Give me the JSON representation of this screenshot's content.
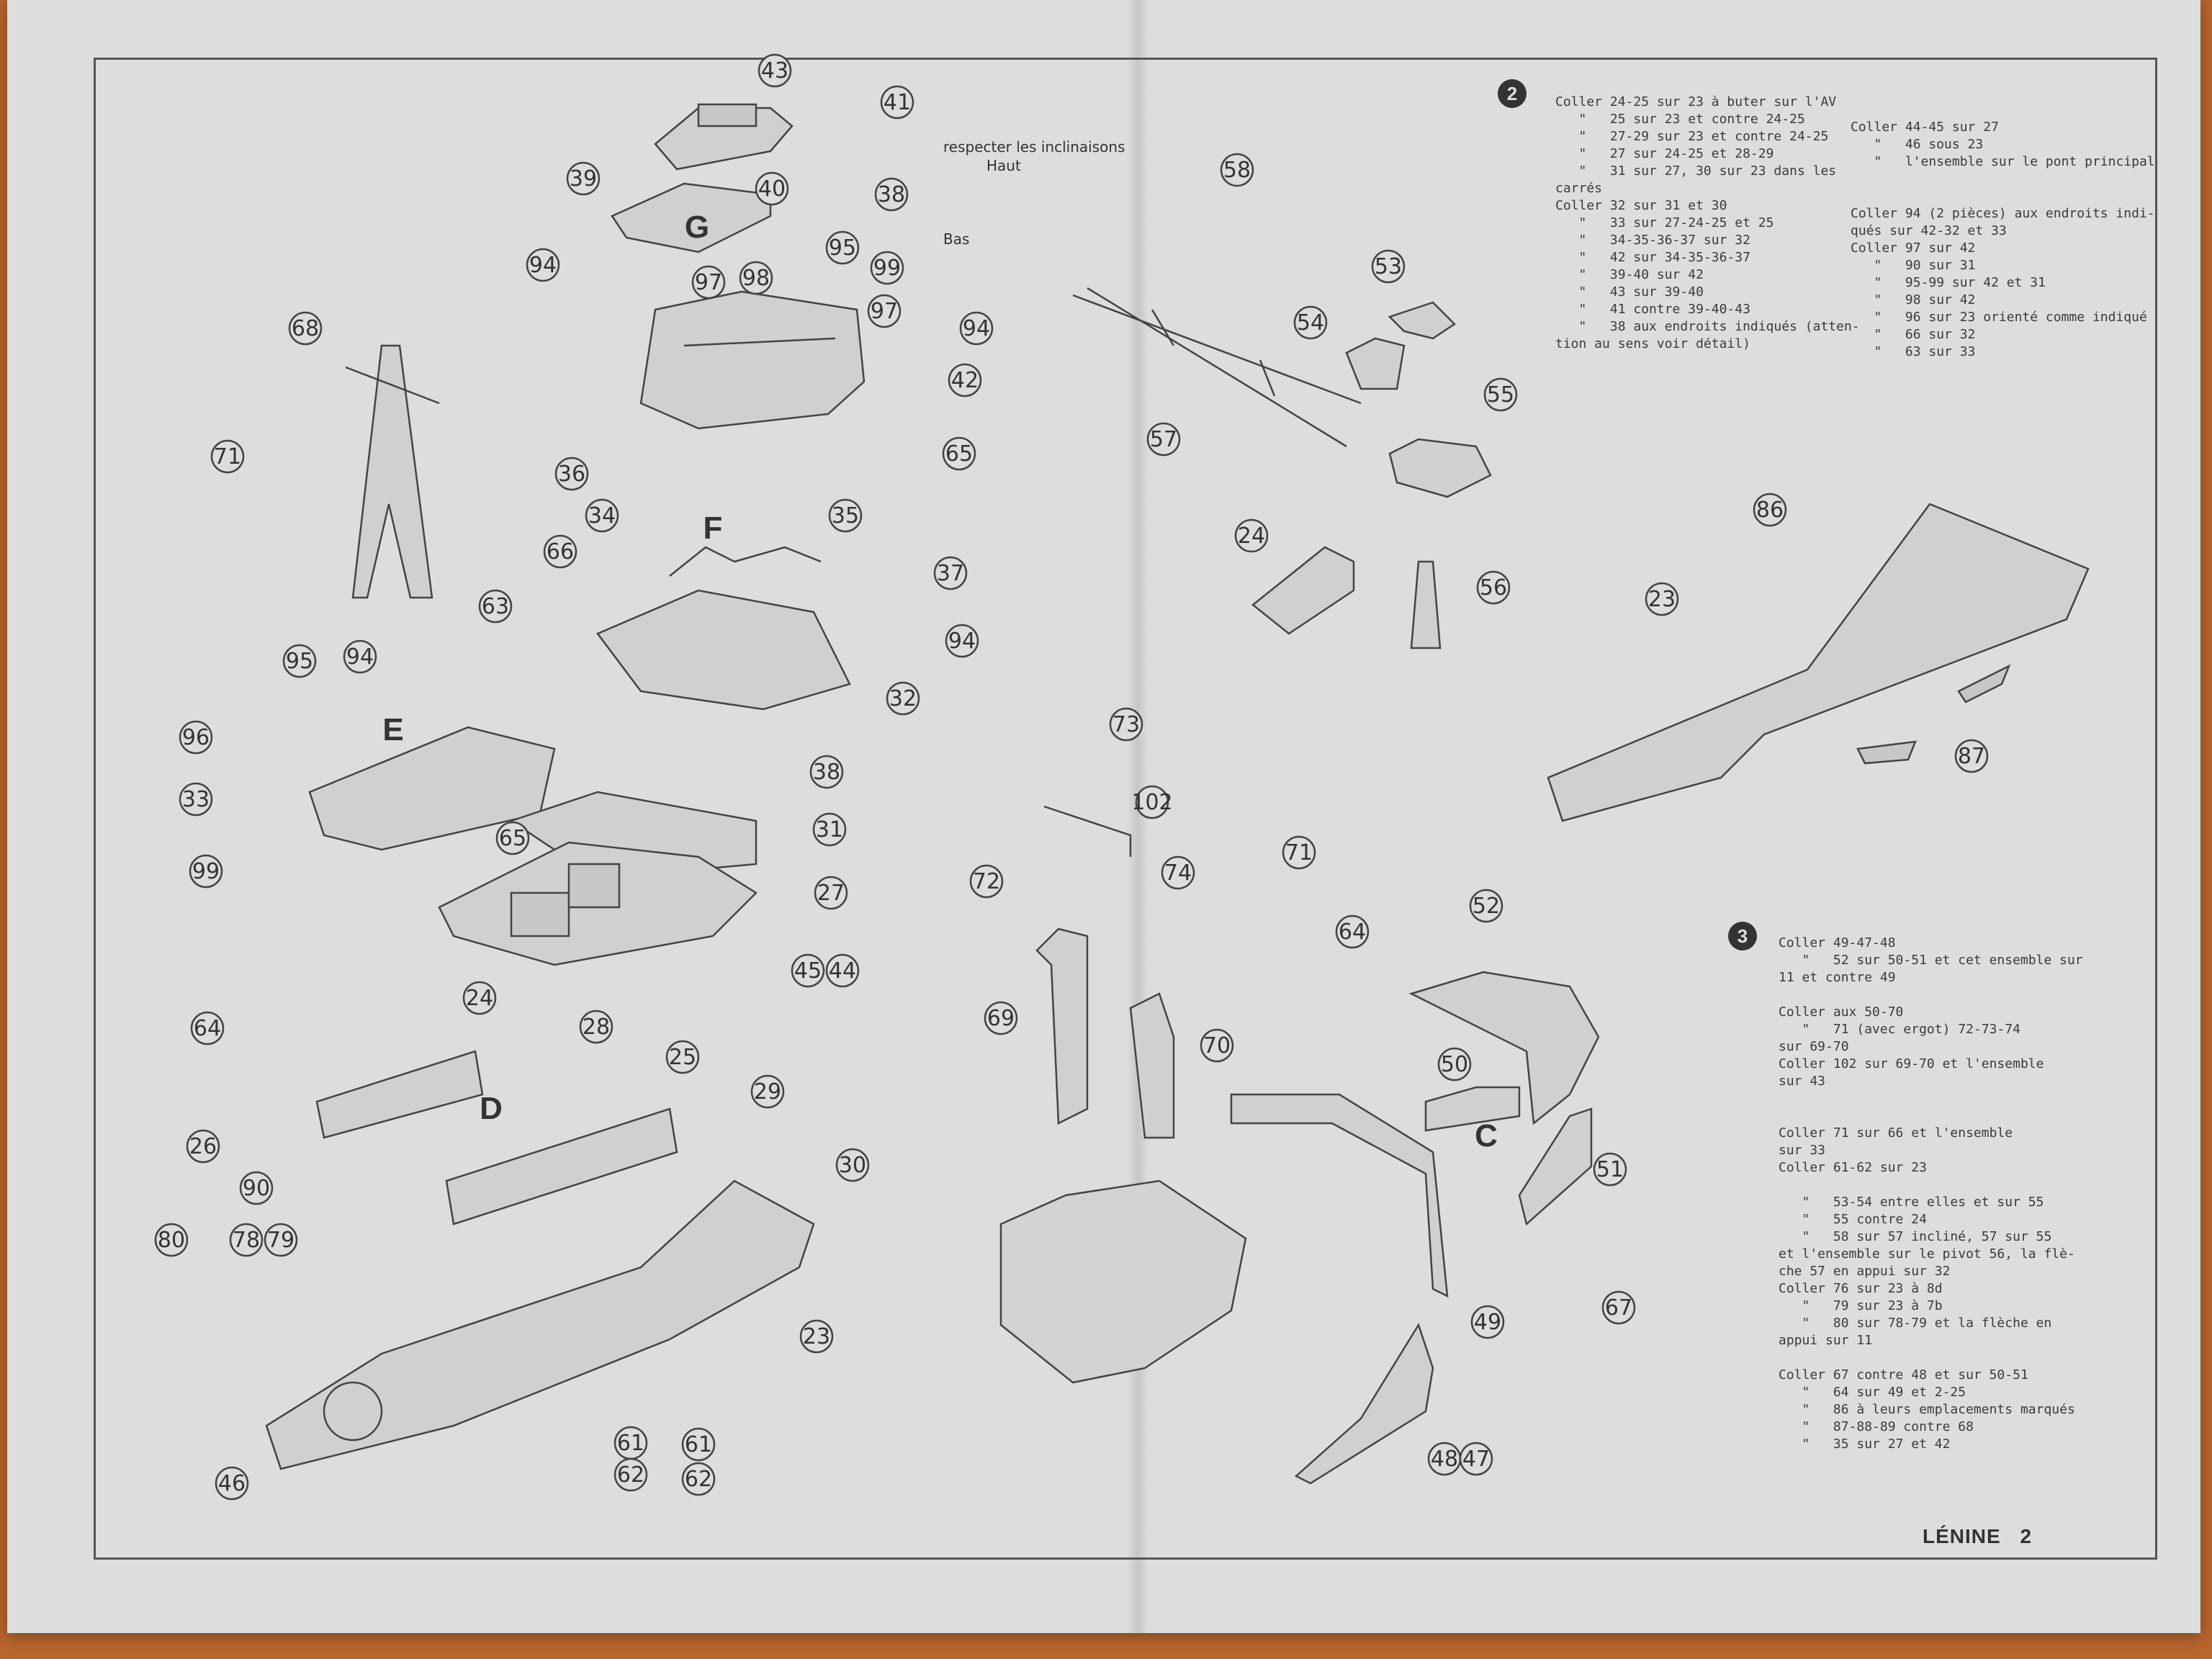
{
  "doc_title": "LÉNINE",
  "page_number": "2",
  "annotation": {
    "respect": "respecter les inclinaisons",
    "top": "Haut",
    "bottom": "Bas"
  },
  "group_letters": [
    "G",
    "F",
    "E",
    "D",
    "C"
  ],
  "callouts": [
    "43",
    "41",
    "39",
    "40",
    "38",
    "G",
    "94",
    "97",
    "98",
    "95",
    "99",
    "97",
    "94",
    "42",
    "68",
    "71",
    "36",
    "34",
    "35",
    "65",
    "66",
    "37",
    "94",
    "32",
    "63",
    "95",
    "94",
    "96",
    "33",
    "99",
    "65",
    "38",
    "31",
    "27",
    "45",
    "44",
    "24",
    "28",
    "64",
    "25",
    "29",
    "30",
    "26",
    "90",
    "80",
    "78",
    "79",
    "23",
    "46",
    "61",
    "62",
    "61",
    "62",
    "58",
    "53",
    "54",
    "55",
    "57",
    "24",
    "56",
    "86",
    "23",
    "87",
    "73",
    "102",
    "74",
    "71",
    "72",
    "69",
    "70",
    "64",
    "52",
    "50",
    "51",
    "49",
    "67",
    "48",
    "47"
  ],
  "step2": {
    "number": "2",
    "col1": [
      "Coller 24-25 sur 23 à buter sur l'AV",
      "   \"   25 sur 23 et contre 24-25",
      "   \"   27-29 sur 23 et contre 24-25",
      "   \"   27 sur 24-25 et 28-29",
      "   \"   31 sur 27, 30 sur 23 dans les",
      "carrés",
      "Coller 32 sur 31 et 30",
      "   \"   33 sur 27-24-25 et 25",
      "   \"   34-35-36-37 sur 32",
      "   \"   42 sur 34-35-36-37",
      "   \"   39-40 sur 42",
      "   \"   43 sur 39-40",
      "   \"   41 contre 39-40-43",
      "   \"   38 aux endroits indiqués (atten-",
      "tion au sens voir détail)"
    ],
    "col2": [
      "Coller 44-45 sur 27",
      "   \"   46 sous 23",
      "   \"   l'ensemble sur le pont principal",
      "",
      "",
      "Coller 94 (2 pièces) aux endroits indi-",
      "qués sur 42-32 et 33",
      "Coller 97 sur 42",
      "   \"   90 sur 31",
      "   \"   95-99 sur 42 et 31",
      "   \"   98 sur 42",
      "   \"   96 sur 23 orienté comme indiqué",
      "   \"   66 sur 32",
      "   \"   63 sur 33"
    ]
  },
  "step3": {
    "number": "3",
    "lines": [
      "Coller 49-47-48",
      "   \"   52 sur 50-51 et cet ensemble sur",
      "11 et contre 49",
      "",
      "Coller aux 50-70",
      "   \"   71 (avec ergot) 72-73-74",
      "sur 69-70",
      "Coller 102 sur 69-70 et l'ensemble",
      "sur 43",
      "",
      "",
      "Coller 71 sur 66 et l'ensemble",
      "sur 33",
      "Coller 61-62 sur 23",
      "",
      "   \"   53-54 entre elles et sur 55",
      "   \"   55 contre 24",
      "   \"   58 sur 57 incliné, 57 sur 55",
      "et l'ensemble sur le pivot 56, la flè-",
      "che 57 en appui sur 32",
      "Coller 76 sur 23 à 8d",
      "   \"   79 sur 23 à 7b",
      "   \"   80 sur 78-79 et la flèche en",
      "appui sur 11",
      "",
      "Coller 67 contre 48 et sur 50-51",
      "   \"   64 sur 49 et 2-25",
      "   \"   86 à leurs emplacements marqués",
      "   \"   87-88-89 contre 68",
      "   \"   35 sur 27 et 42"
    ]
  }
}
